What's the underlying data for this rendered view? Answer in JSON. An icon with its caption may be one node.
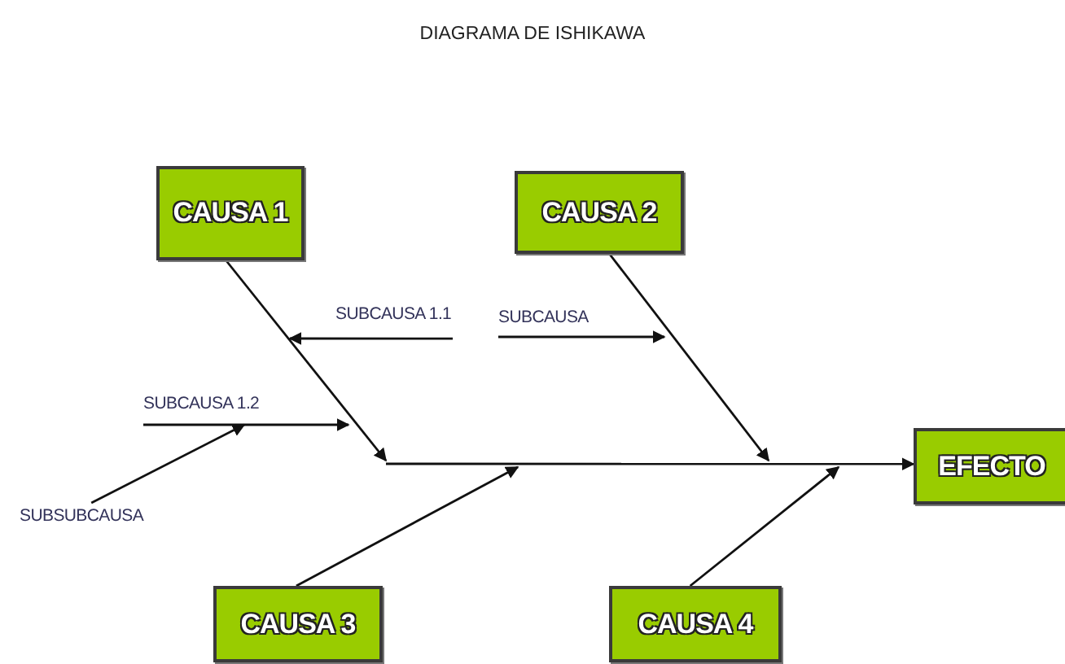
{
  "diagram": {
    "title": "DIAGRAMA DE ISHIKAWA",
    "nodes": [
      {
        "text": [
          "CAUSA 1"
        ]
      },
      {
        "text": [
          "CAUSA 2"
        ]
      },
      {
        "text": [
          "SUBCAUSA 1.1"
        ]
      },
      {
        "text": [
          "SUBCAUSA"
        ]
      },
      {
        "text": [
          "SUBCAUSA 1.2"
        ]
      },
      {
        "text": [
          "EFECTO"
        ]
      },
      {
        "text": [
          "SUBSUBCAUSA"
        ]
      },
      {
        "text": [
          "CAUSA 3"
        ]
      },
      {
        "text": [
          "CAUSA 4"
        ]
      }
    ],
    "edges": [
      {
        "from": null,
        "to": 5,
        "arrow": "to"
      },
      {
        "from": 0,
        "to": null,
        "arrow": "to"
      },
      {
        "from": 1,
        "to": null,
        "arrow": "to"
      },
      {
        "from": 7,
        "to": null,
        "arrow": "to"
      },
      {
        "from": 8,
        "to": null,
        "arrow": "to"
      },
      {
        "from": 2,
        "to": null,
        "arrow": "to"
      },
      {
        "from": 3,
        "to": null,
        "arrow": "to"
      },
      {
        "from": 4,
        "to": null,
        "arrow": "to"
      },
      {
        "from": 6,
        "to": 4,
        "arrow": "to"
      }
    ]
  }
}
